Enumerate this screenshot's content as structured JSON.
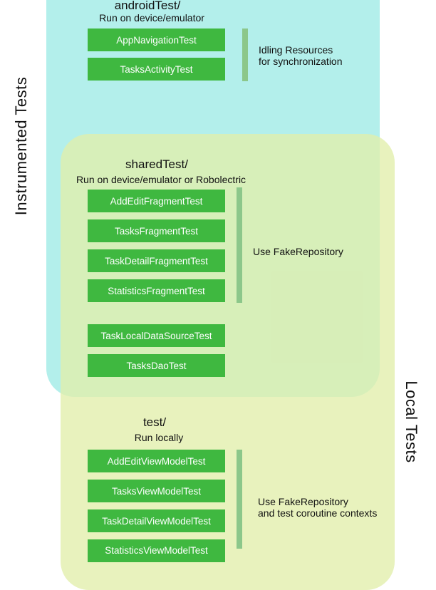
{
  "instrumented_label": "Instrumented Tests",
  "local_label": "Local Tests",
  "android_test": {
    "title": "androidTest/",
    "subtitle": "Run on device/emulator",
    "tests": [
      "AppNavigationTest",
      "TasksActivityTest"
    ],
    "note_line1": "Idling Resources",
    "note_line2": "for synchronization"
  },
  "shared_test": {
    "title": "sharedTest/",
    "subtitle": "Run on device/emulator or Robolectric",
    "tests": [
      "AddEditFragmentTest",
      "TasksFragmentTest",
      "TaskDetailFragmentTest",
      "StatisticsFragmentTest"
    ],
    "note": "Use FakeRepository",
    "extra_tests": [
      "TaskLocalDataSourceTest",
      "TasksDaoTest"
    ]
  },
  "test": {
    "title": "test/",
    "subtitle": "Run locally",
    "tests": [
      "AddEditViewModelTest",
      "TasksViewModelTest",
      "TaskDetailViewModelTest",
      "StatisticsViewModelTest"
    ],
    "note_line1": "Use FakeRepository",
    "note_line2": "and test coroutine contexts"
  },
  "colors": {
    "instrumented_region": "#b3efeb",
    "local_region": "#e1eeaa",
    "test_box": "#3fb840",
    "bracket_bar": "#8cc78a"
  }
}
